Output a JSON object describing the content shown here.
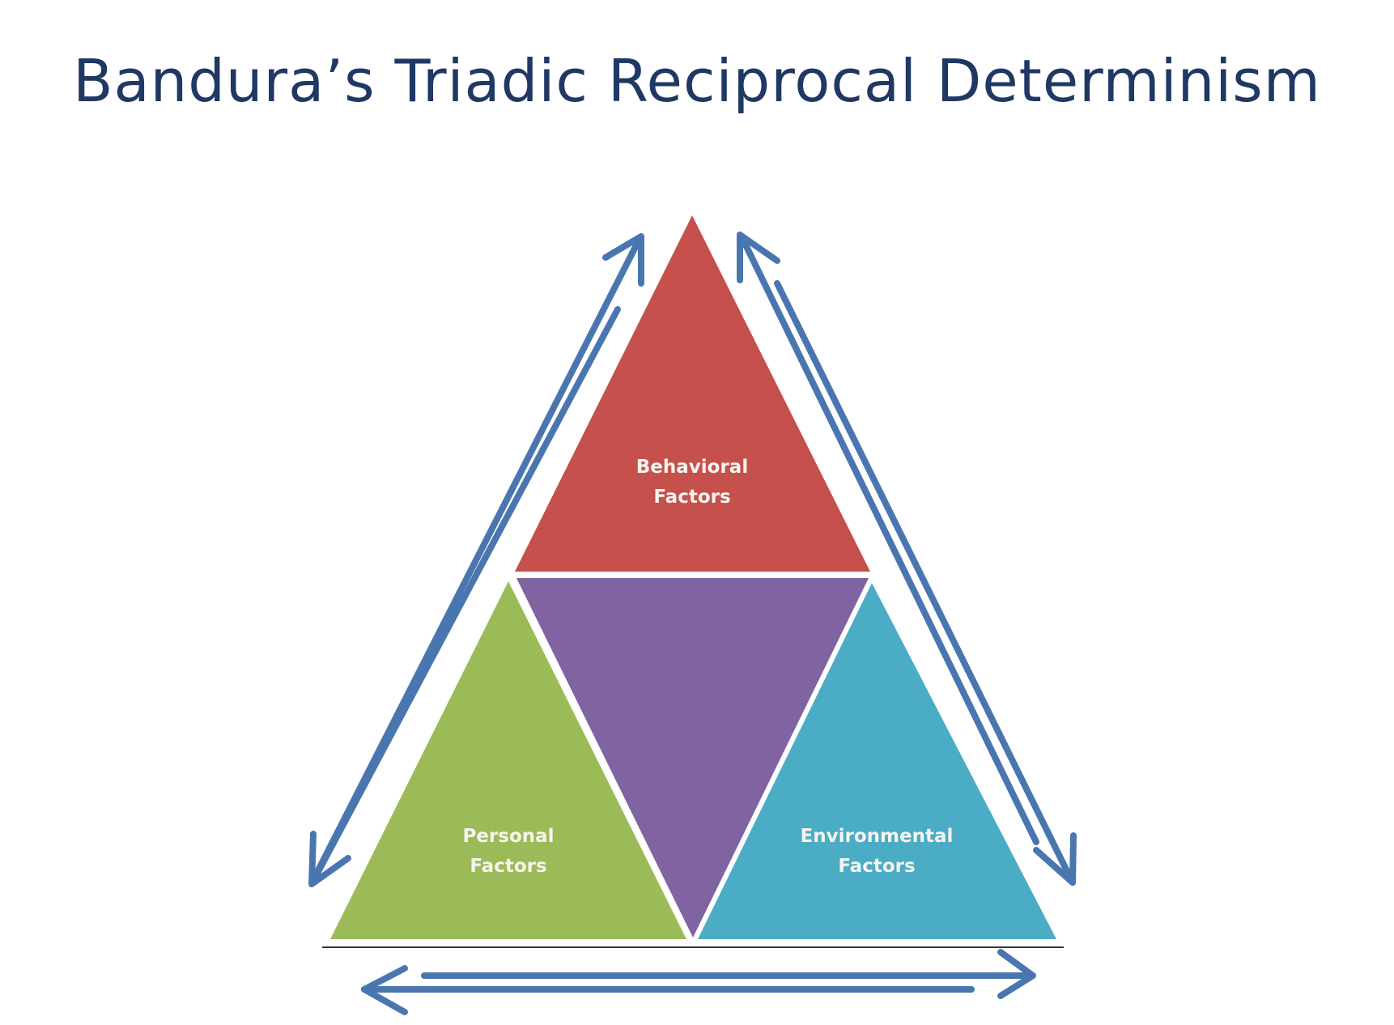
{
  "title": "Bandura’s Triadic Reciprocal Determinism",
  "factors": {
    "behavioral": {
      "line1": "Behavioral",
      "line2": "Factors",
      "color": "#c5504c"
    },
    "personal": {
      "line1": "Personal",
      "line2": "Factors",
      "color": "#9bbb59"
    },
    "environmental": {
      "line1": "Environmental",
      "line2": "Factors",
      "color": "#4bacc6"
    },
    "center": {
      "color": "#8064a2"
    }
  },
  "arrows": {
    "color": "#4a76b0",
    "relationships": [
      {
        "between": [
          "personal",
          "behavioral"
        ],
        "direction": "bidirectional"
      },
      {
        "between": [
          "behavioral",
          "environmental"
        ],
        "direction": "bidirectional"
      },
      {
        "between": [
          "personal",
          "environmental"
        ],
        "direction": "bidirectional"
      }
    ]
  }
}
